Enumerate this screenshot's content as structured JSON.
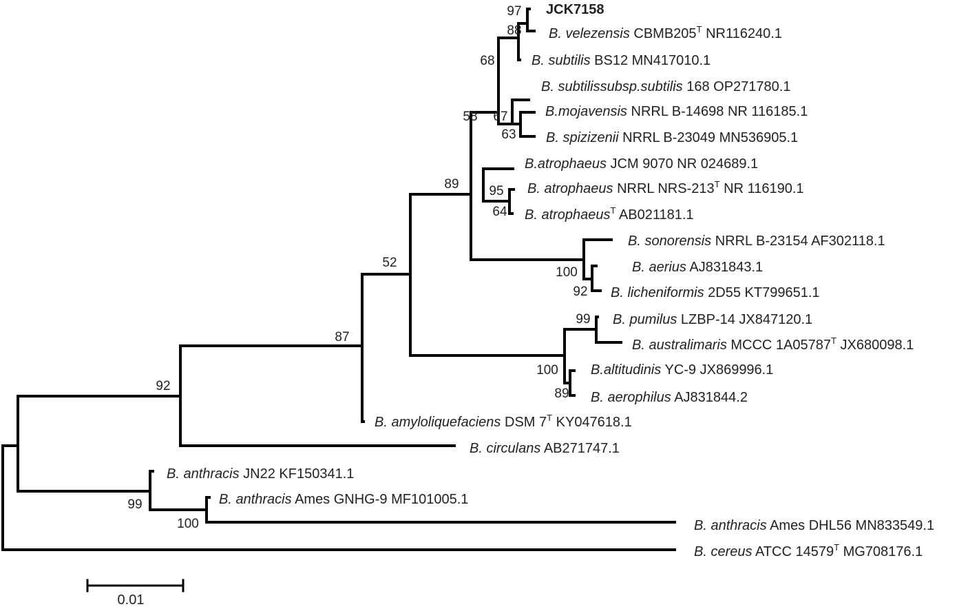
{
  "diagram": {
    "type": "phylogenetic-tree",
    "scale_bar_label": "0.01",
    "taxa": [
      {
        "genus": "",
        "strain": "JCK7158",
        "sup": "",
        "accession": "",
        "bold": true
      },
      {
        "genus": "B. velezensis",
        "strain": "CBMB205",
        "sup": "T",
        "accession": "NR116240.1"
      },
      {
        "genus": "B. subtilis",
        "strain": "BS12",
        "sup": "",
        "accession": "MN417010.1"
      },
      {
        "genus": "B. subtilissubsp.subtilis",
        "strain": "168",
        "sup": "",
        "accession": "OP271780.1"
      },
      {
        "genus": "B.mojavensis",
        "strain": "NRRL B-14698",
        "sup": "",
        "accession": "NR 116185.1"
      },
      {
        "genus": "B. spizizenii",
        "strain": "NRRL B-23049",
        "sup": "",
        "accession": "MN536905.1"
      },
      {
        "genus": "B.atrophaeus",
        "strain": "JCM 9070",
        "sup": "",
        "accession": "NR 024689.1"
      },
      {
        "genus": "B. atrophaeus",
        "strain": "NRRL NRS-213",
        "sup": "T",
        "accession": "NR 116190.1"
      },
      {
        "genus": "B. atrophaeus",
        "strain": "",
        "sup": "T",
        "accession": "AB021181.1"
      },
      {
        "genus": "B. sonorensis",
        "strain": "NRRL B-23154",
        "sup": "",
        "accession": "AF302118.1"
      },
      {
        "genus": "B. aerius",
        "strain": "",
        "sup": "",
        "accession": "AJ831843.1"
      },
      {
        "genus": "B. licheniformis",
        "strain": "2D55",
        "sup": "",
        "accession": "KT799651.1"
      },
      {
        "genus": "B. pumilus",
        "strain": "LZBP-14",
        "sup": "",
        "accession": "JX847120.1"
      },
      {
        "genus": "B. australimaris",
        "strain": "MCCC 1A05787",
        "sup": "T",
        "accession": "JX680098.1"
      },
      {
        "genus": "B.altitudinis",
        "strain": "YC-9",
        "sup": "",
        "accession": "JX869996.1"
      },
      {
        "genus": "B. aerophilus",
        "strain": "",
        "sup": "",
        "accession": "AJ831844.2"
      },
      {
        "genus": "B. amyloliquefaciens",
        "strain": "DSM 7",
        "sup": "T",
        "accession": "KY047618.1"
      },
      {
        "genus": "B. circulans",
        "strain": "",
        "sup": "",
        "accession": "AB271747.1"
      },
      {
        "genus": "B. anthracis",
        "strain": "JN22",
        "sup": "",
        "accession": "KF150341.1"
      },
      {
        "genus": "B. anthracis",
        "strain": "Ames GNHG-9",
        "sup": "",
        "accession": "MF101005.1"
      },
      {
        "genus": "B. anthracis",
        "strain": "Ames DHL56",
        "sup": "",
        "accession": "MN833549.1"
      },
      {
        "genus": "B. cereus",
        "strain": "ATCC 14579",
        "sup": "T",
        "accession": "MG708176.1"
      }
    ],
    "bootstrap_values": [
      "97",
      "88",
      "68",
      "67",
      "63",
      "58",
      "95",
      "64",
      "89",
      "100",
      "92",
      "99",
      "100",
      "89",
      "52",
      "87",
      "92",
      "99",
      "100"
    ]
  }
}
